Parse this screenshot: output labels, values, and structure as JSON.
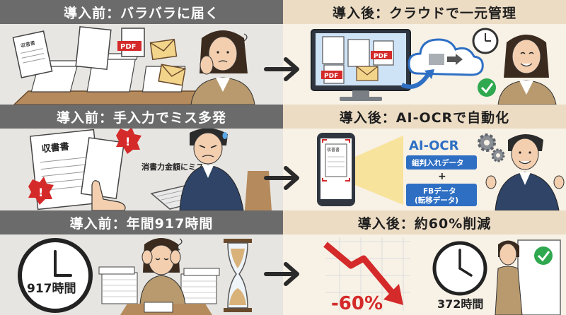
{
  "rows": [
    {
      "before_title": "導入前：バラバラに届く",
      "after_title": "導入後：クラウドで一元管理",
      "doc_label": "収書書",
      "pdf": "PDF"
    },
    {
      "before_title": "導入前：手入力でミス多発",
      "after_title": "導入後：AI-OCRで自動化",
      "receipt_title": "収書書",
      "error_note": "消書力金額にミス",
      "phone_doc": "収書書",
      "ai_ocr": "AI-OCR",
      "box1": "組判入れデータ",
      "plus": "+",
      "box2_line1": "FBデータ",
      "box2_line2": "(転移データ)"
    },
    {
      "before_title": "導入前：年間917時間",
      "after_title": "導入後：約60%削減",
      "before_hours": "917時間",
      "reduction": "-60%",
      "after_hours": "372時間"
    }
  ],
  "colors": {
    "dark_header": "#6b6b6b",
    "light_header": "#ecdcc4",
    "red": "#d42a2a",
    "green": "#2fa84f",
    "blue": "#2e6fc4"
  }
}
